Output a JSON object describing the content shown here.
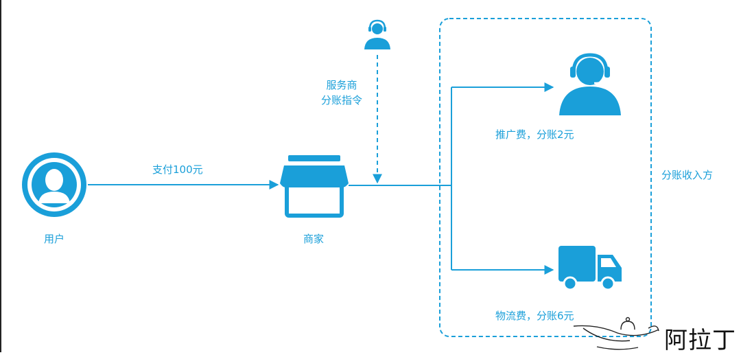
{
  "colors": {
    "primary": "#1a9fd9",
    "brand_text": "#111111"
  },
  "user": {
    "label": "用户",
    "icon": "user-avatar-icon"
  },
  "payment": {
    "label": "支付100元"
  },
  "merchant": {
    "label": "商家",
    "icon": "store-icon"
  },
  "service_provider": {
    "line1": "服务商",
    "line2": "分账指令",
    "icon": "headset-agent-icon"
  },
  "receivers": {
    "group_label": "分账收入方",
    "promotion": {
      "label": "推广费，分账2元",
      "icon": "headset-agent-icon"
    },
    "logistics": {
      "label": "物流费，分账6元",
      "icon": "delivery-truck-icon"
    }
  },
  "watermark": {
    "text": "阿拉丁",
    "icon": "magic-lamp-icon"
  }
}
